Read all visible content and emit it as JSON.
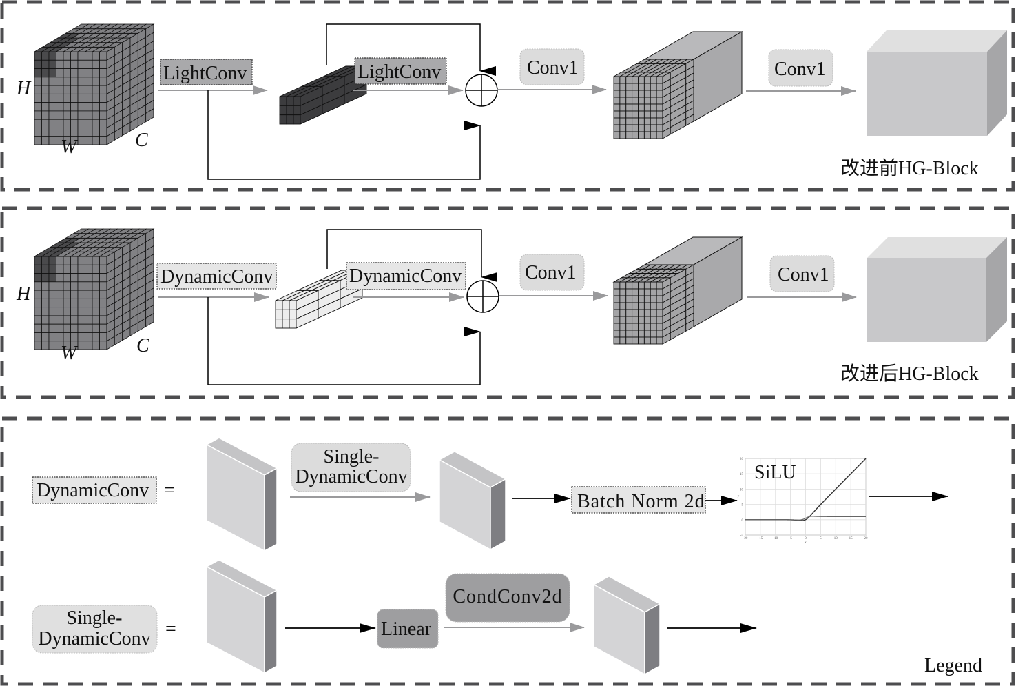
{
  "panels": {
    "before": {
      "title": "改进前HG-Block",
      "axis_labels": {
        "h": "H",
        "w": "W",
        "c": "C"
      },
      "op1": "LightConv",
      "op2": "LightConv",
      "conv_a": "Conv1",
      "conv_b": "Conv1",
      "small_block_color": "#3c3c3e"
    },
    "after": {
      "title": "改进后HG-Block",
      "axis_labels": {
        "h": "H",
        "w": "W",
        "c": "C"
      },
      "op1": "DynamicConv",
      "op2": "DynamicConv",
      "conv_a": "Conv1",
      "conv_b": "Conv1",
      "small_block_color": "#ededed"
    },
    "legend": {
      "title": "Legend",
      "row1": {
        "term": "DynamicConv",
        "equals": "=",
        "step1_line1": "Single-",
        "step1_line2": "DynamicConv",
        "step2": "Batch Norm 2d",
        "activation": "SiLU",
        "activation_plot": {
          "x_ticks": [
            "-20",
            "-15",
            "-10",
            "-5",
            "0",
            "5",
            "10",
            "15",
            "20"
          ],
          "y_ticks": [
            "-5",
            "0",
            "5",
            "10",
            "15",
            "20"
          ],
          "xlabel": "x",
          "ylabel": "y"
        }
      },
      "row2": {
        "term_line1": "Single-",
        "term_line2": "DynamicConv",
        "equals": "=",
        "step1": "Linear",
        "step2": "CondConv2d"
      }
    }
  },
  "colors": {
    "dashed_border": "#4d4d4f",
    "cube_dark": "#4a4a4c",
    "cube_mid": "#808083",
    "label_box_dark": "#a9a9ab",
    "label_box_light": "#e6e6e6",
    "rounded_box": "#dcdcdc",
    "rounded_box_dark": "#9e9ea0",
    "arrow_gray": "#9a9a9c"
  }
}
